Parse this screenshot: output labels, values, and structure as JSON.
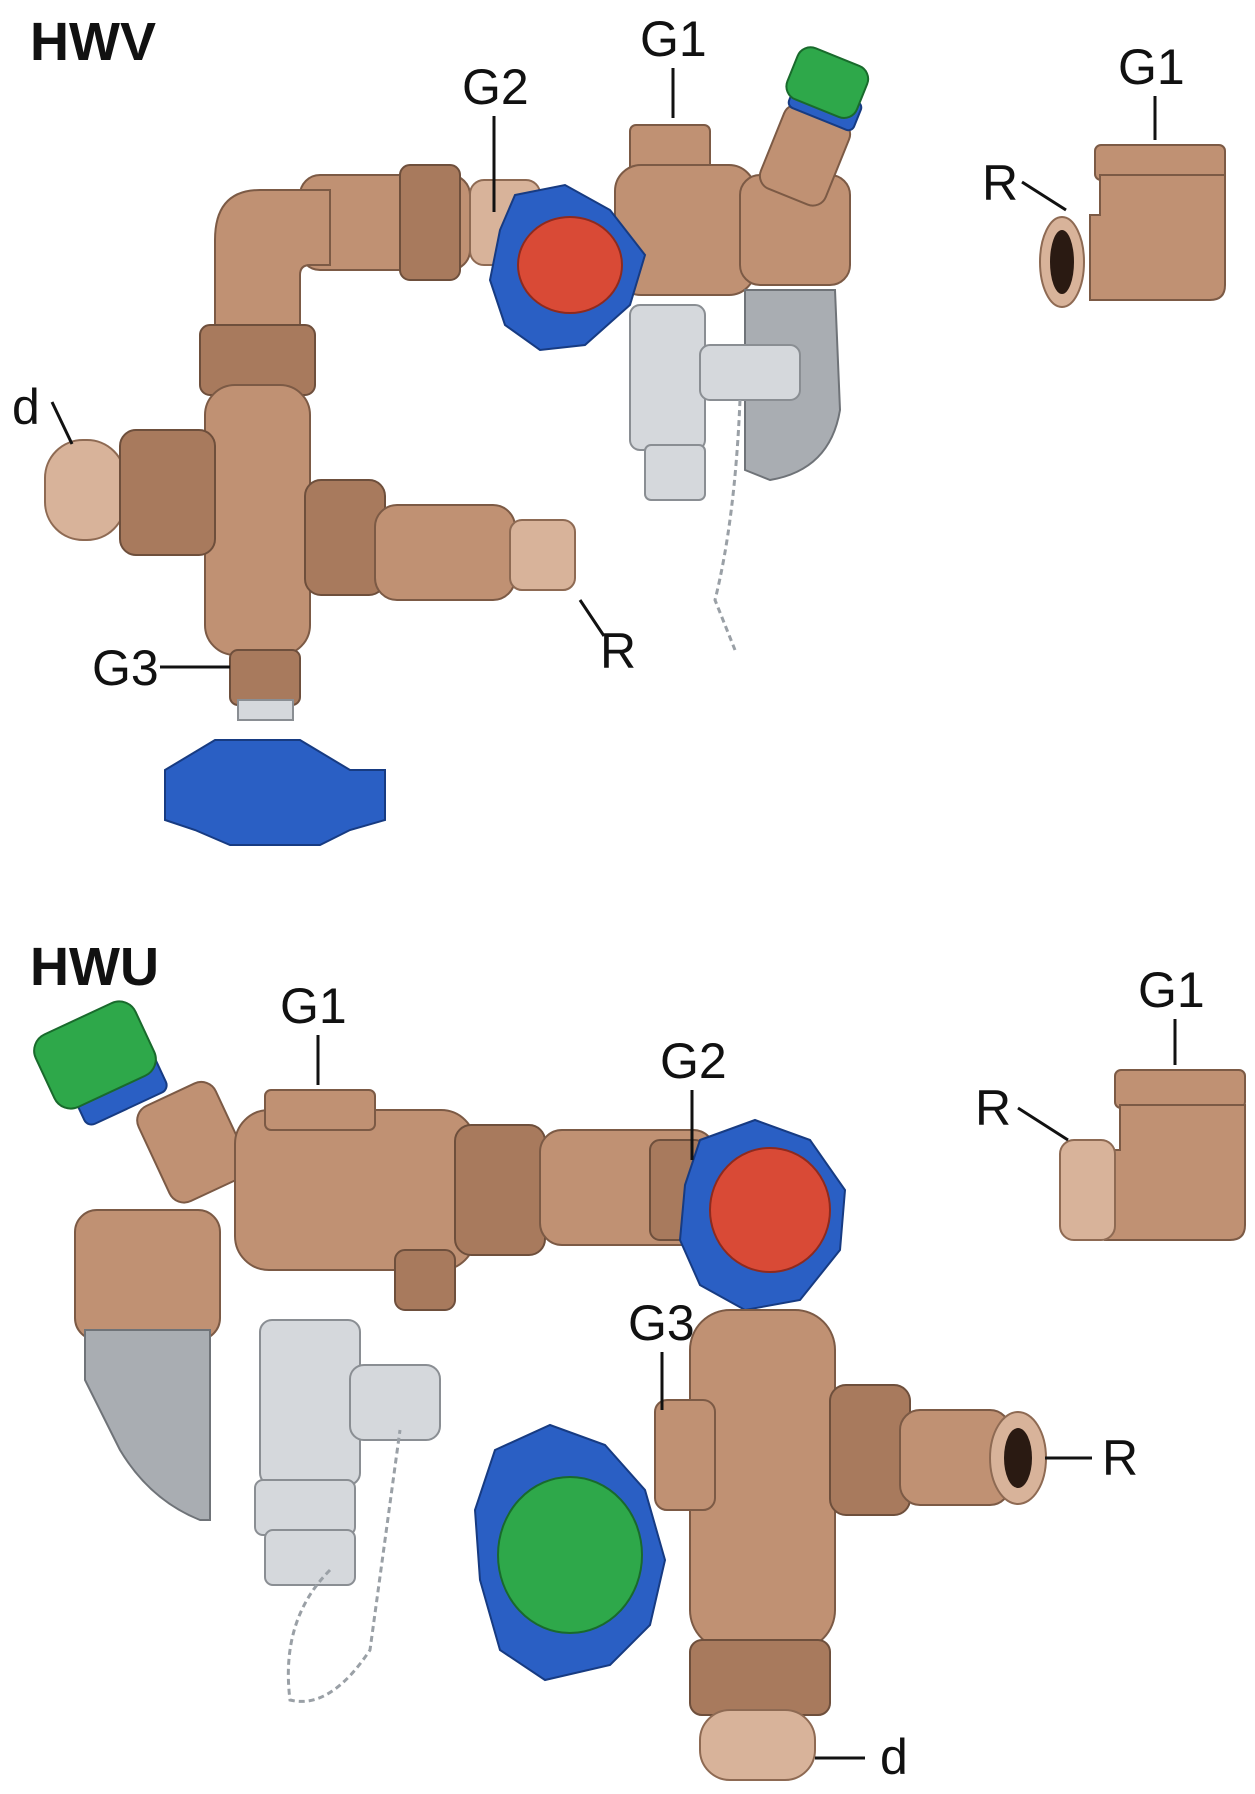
{
  "assemblies": [
    {
      "title": "HWV",
      "labels": {
        "g1": "G1",
        "g2": "G2",
        "g3": "G3",
        "d": "d",
        "r": "R"
      },
      "elbow": {
        "g1": "G1",
        "r": "R"
      }
    },
    {
      "title": "HWU",
      "labels": {
        "g1": "G1",
        "g2": "G2",
        "g3": "G3",
        "d": "d",
        "r": "R"
      },
      "elbow": {
        "g1": "G1",
        "r": "R"
      }
    }
  ],
  "colors": {
    "bronze": "#c09173",
    "handwheel_blue": "#2a5fc4",
    "cap_red": "#d94a36",
    "cap_green": "#2ea84a",
    "drain_grey": "#a9adb2",
    "ball_valve_silver": "#d5d8dc"
  },
  "icons": [
    "blue-handwheel-icon",
    "red-cap-icon",
    "green-cap-icon",
    "ball-valve-icon",
    "drain-funnel-icon",
    "chain-icon",
    "elbow-fitting-icon"
  ]
}
